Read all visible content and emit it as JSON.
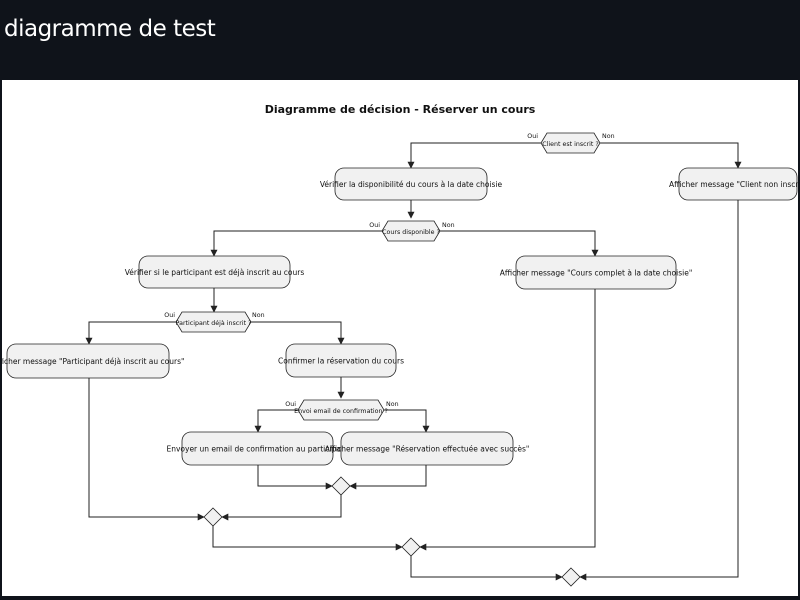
{
  "app": {
    "title": "diagramme de test"
  },
  "diagram": {
    "title": "Diagramme de décision - Réserver un cours",
    "yes_label": "Oui",
    "no_label": "Non",
    "decisions": {
      "client_inscrit": "Client est inscrit ?",
      "cours_disponible": "Cours disponible ?",
      "participant_inscrit": "Participant déjà inscrit ?",
      "envoi_email": "Envoi email de confirmation ?"
    },
    "actions": {
      "verifier_dispo": "Vérifier la disponibilité du cours à la date choisie",
      "client_non_inscrit": "Afficher message \"Client non inscrit\"",
      "verifier_participant": "Vérifier si le participant est déjà inscrit au cours",
      "cours_complet": "Afficher message \"Cours complet à la date choisie\"",
      "participant_deja": "Afficher message \"Participant déjà inscrit au cours\"",
      "confirmer": "Confirmer la réservation du cours",
      "envoyer_email": "Envoyer un email de confirmation au participant",
      "reservation_ok": "Afficher message \"Réservation effectuée avec succès\""
    }
  }
}
